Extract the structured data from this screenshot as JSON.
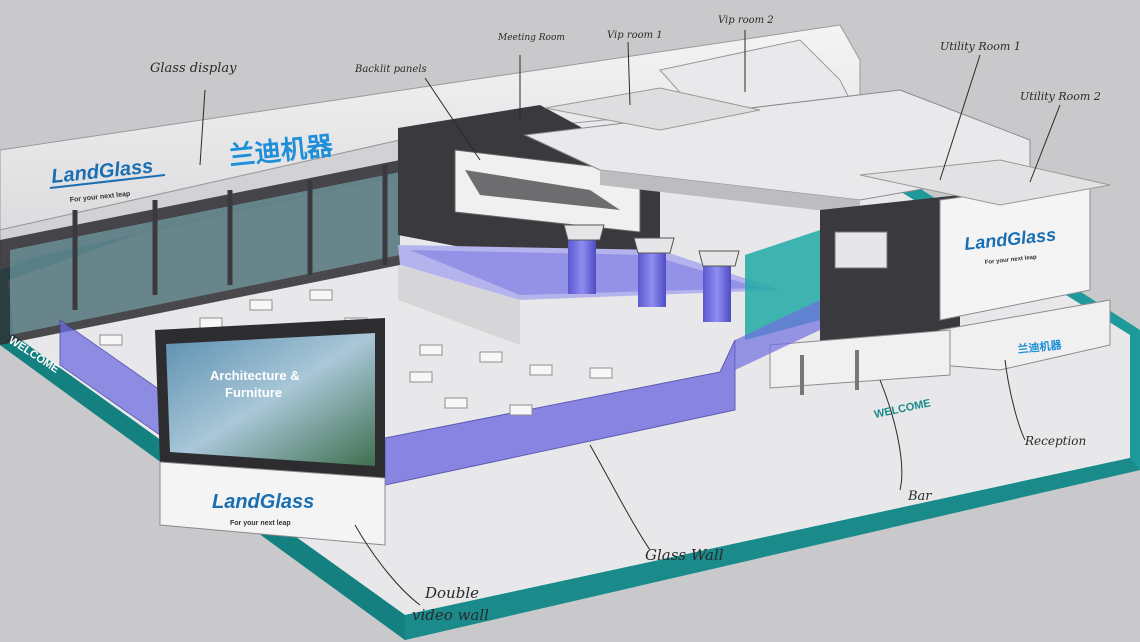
{
  "annotations": {
    "glass_display": "Glass display",
    "backlit_panels": "Backlit panels",
    "meeting_room": "Meeting Room",
    "vip_room_1": "Vip room 1",
    "vip_room_2": "Vip room 2",
    "utility_room_1": "Utility Room 1",
    "utility_room_2": "Utility Room 2",
    "reception": "Reception",
    "bar": "Bar",
    "glass_wall": "Glass Wall",
    "double_video_wall_l1": "Double",
    "double_video_wall_l2": "video wall"
  },
  "branding": {
    "logo_text": "LandGlass",
    "tagline": "For your next leap",
    "chinese_name": "兰迪机器",
    "welcome": "WELCOME"
  },
  "video_wall": {
    "line1": "Architecture &",
    "line2": "Furniture"
  },
  "colors": {
    "teal": "#1f9a9a",
    "floor": "#e8e8ea",
    "glass": "#7a78e0",
    "dark_wall": "#3a3a3e",
    "logo_blue": "#1a6fb3",
    "background": "#c9c9cb"
  }
}
